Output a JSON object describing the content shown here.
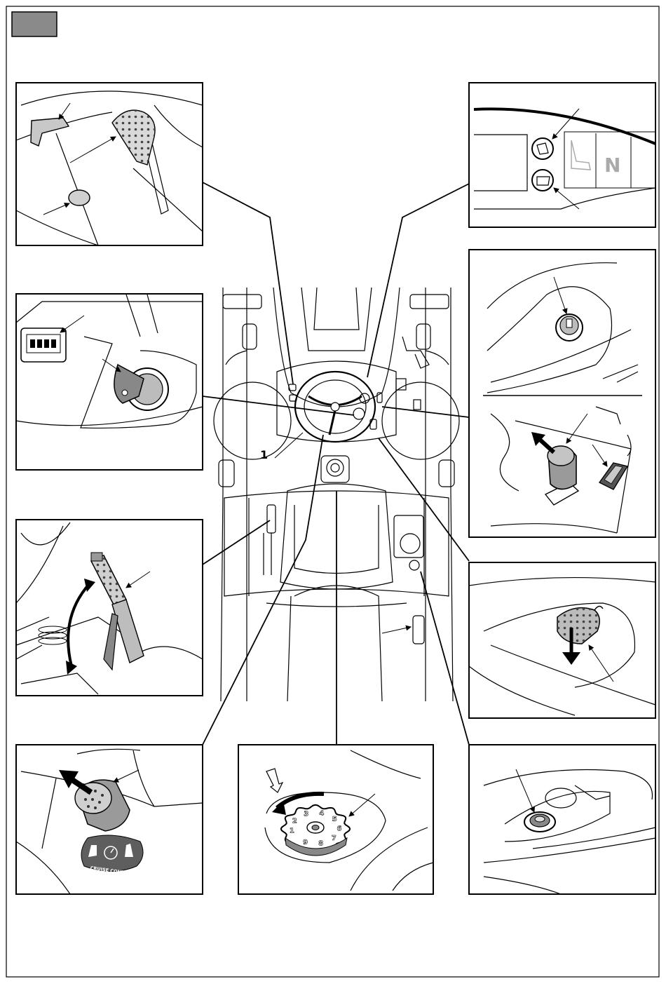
{
  "header_tab_color": "#8a8a8a",
  "labels": {
    "callout_number": "1",
    "neutral_letter": "N",
    "cruise_control_text": "CRUISE CONTROL"
  },
  "knob_digits": [
    "1",
    "2",
    "3",
    "4",
    "5",
    "6",
    "7",
    "8",
    "9"
  ],
  "panels": [
    "brake-pedal-detail",
    "indicator-lamps-detail",
    "ignition-hour-meter-detail",
    "power-outlet-detail",
    "choke-switch-detail",
    "height-lever-detail",
    "drive-pedal-detail",
    "cruise-control-detail",
    "deck-height-knob-detail",
    "fuel-cap-detail"
  ]
}
